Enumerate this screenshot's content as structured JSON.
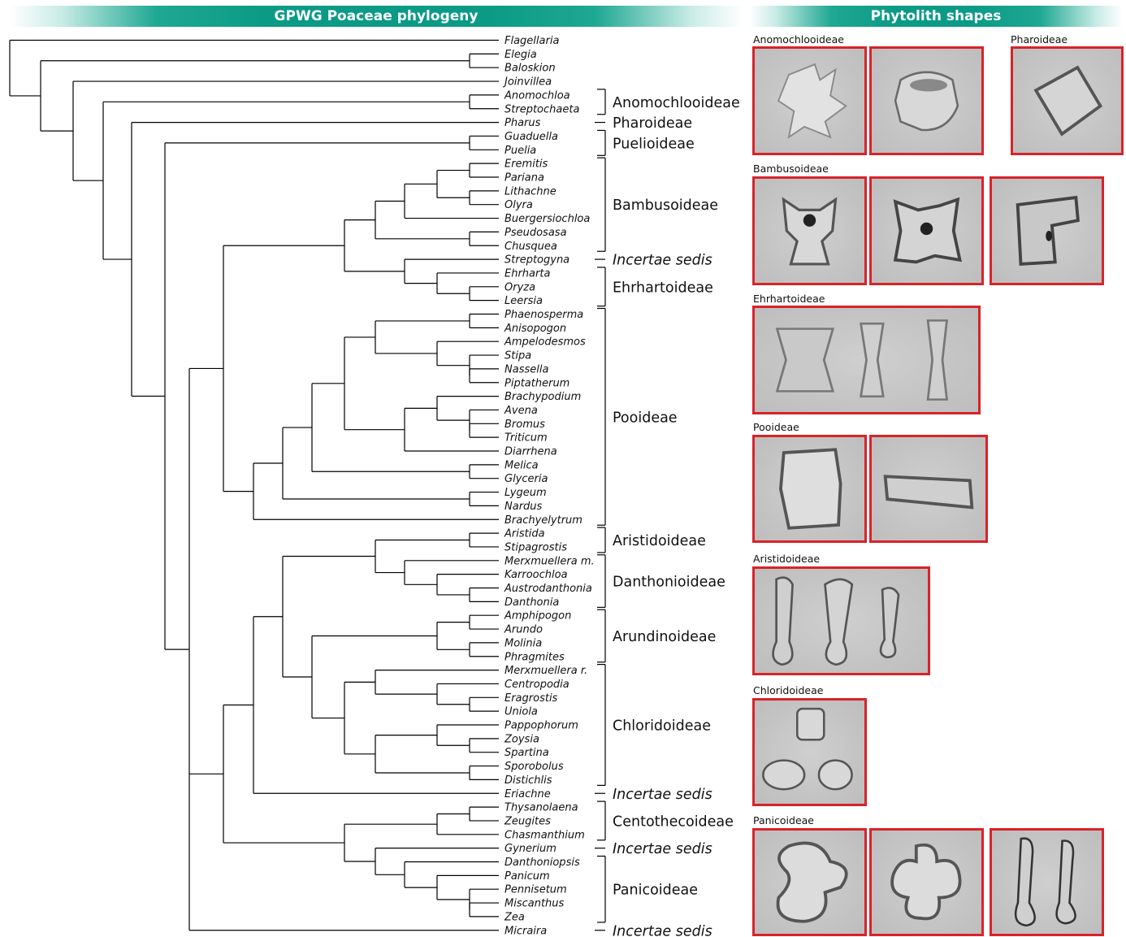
{
  "left_title": "GPWG Poaceae phylogeny",
  "right_title": "Phytolith shapes",
  "taxa": [
    "Flagellaria",
    "Elegia",
    "Baloskion",
    "Joinvillea",
    "Anomochloa",
    "Streptochaeta",
    "Pharus",
    "Guaduella",
    "Puelia",
    "Eremitis",
    "Pariana",
    "Lithachne",
    "Olyra",
    "Buergersiochloa",
    "Pseudosasa",
    "Chusquea",
    "Streptogyna",
    "Ehrharta",
    "Oryza",
    "Leersia",
    "Phaenosperma",
    "Anisopogon",
    "Ampelodesmos",
    "Stipa",
    "Nassella",
    "Piptatherum",
    "Brachypodium",
    "Avena",
    "Bromus",
    "Triticum",
    "Diarrhena",
    "Melica",
    "Glyceria",
    "Lygeum",
    "Nardus",
    "Brachyelytrum",
    "Aristida",
    "Stipagrostis",
    "Merxmuellera m.",
    "Karroochloa",
    "Austrodanthonia",
    "Danthonia",
    "Amphipogon",
    "Arundo",
    "Molinia",
    "Phragmites",
    "Merxmuellera r.",
    "Centropodia",
    "Eragrostis",
    "Uniola",
    "Pappophorum",
    "Zoysia",
    "Spartina",
    "Sporobolus",
    "Distichlis",
    "Eriachne",
    "Thysanolaena",
    "Zeugites",
    "Chasmanthium",
    "Gynerium",
    "Danthoniopsis",
    "Panicum",
    "Pennisetum",
    "Miscanthus",
    "Zea",
    "Micraira"
  ],
  "groups": [
    {
      "label": "Anomochlooideae",
      "italic": false,
      "from": 4,
      "to": 5
    },
    {
      "label": "Pharoideae",
      "italic": false,
      "from": 6,
      "to": 6
    },
    {
      "label": "Puelioideae",
      "italic": false,
      "from": 7,
      "to": 8
    },
    {
      "label": "Bambusoideae",
      "italic": false,
      "from": 9,
      "to": 15
    },
    {
      "label": "Incertae sedis",
      "italic": true,
      "from": 16,
      "to": 16
    },
    {
      "label": "Ehrhartoideae",
      "italic": false,
      "from": 17,
      "to": 19
    },
    {
      "label": "Pooideae",
      "italic": false,
      "from": 20,
      "to": 35
    },
    {
      "label": "Aristidoideae",
      "italic": false,
      "from": 36,
      "to": 37
    },
    {
      "label": "Danthonioideae",
      "italic": false,
      "from": 38,
      "to": 41
    },
    {
      "label": "Arundinoideae",
      "italic": false,
      "from": 42,
      "to": 45
    },
    {
      "label": "Chloridoideae",
      "italic": false,
      "from": 46,
      "to": 54
    },
    {
      "label": "Incertae sedis",
      "italic": true,
      "from": 55,
      "to": 55
    },
    {
      "label": "Centothecoideae",
      "italic": false,
      "from": 56,
      "to": 58
    },
    {
      "label": "Incertae sedis",
      "italic": true,
      "from": 59,
      "to": 59
    },
    {
      "label": "Panicoideae",
      "italic": false,
      "from": 60,
      "to": 64
    },
    {
      "label": "Incertae sedis",
      "italic": true,
      "from": 65,
      "to": 65
    }
  ],
  "phytolith_panels": {
    "anomochlooideae": "Anomochlooideae",
    "pharoideae": "Pharoideae",
    "bambusoideae": "Bambusoideae",
    "ehrhartoideae": "Ehrhartoideae",
    "pooideae": "Pooideae",
    "aristidoideae": "Aristidoideae",
    "chloridoideae": "Chloridoideae",
    "panicoideae": "Panicoideae"
  },
  "colors": {
    "banner": "#0a9a86",
    "frame": "#d8232a",
    "line": "#000000"
  }
}
